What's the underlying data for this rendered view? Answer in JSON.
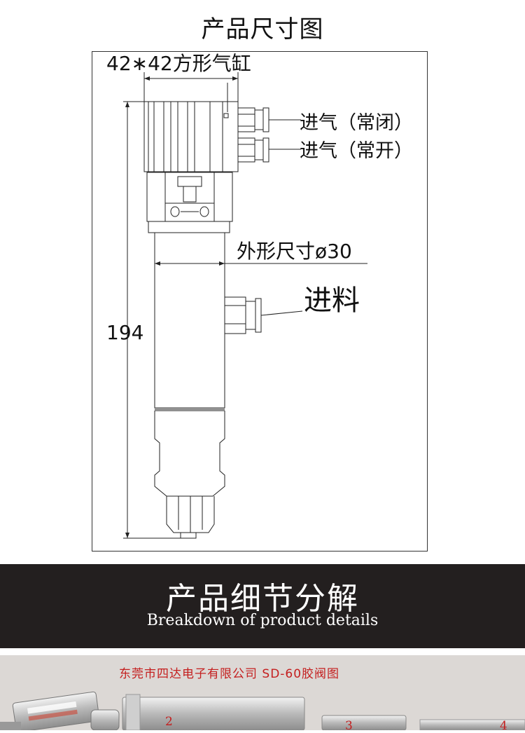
{
  "header": {
    "title": "产品尺寸图"
  },
  "drawing": {
    "cylinder_label": "42∗42方形气缸",
    "air_in_closed": "进气（常闭）",
    "air_in_open": "进气（常开）",
    "outer_dim": "外形尺寸ø30",
    "material_in": "进料",
    "height_dim": "194"
  },
  "section": {
    "title_cn": "产品细节分解",
    "title_en": "Breakdown of product details"
  },
  "photo": {
    "caption": "东莞市四达电子有限公司 SD-60胶阀图",
    "label_2": "2",
    "label_3": "3",
    "label_4": "4"
  },
  "colors": {
    "band_bg": "#231f1f",
    "caption_red": "#c41e1e",
    "line": "#222222"
  }
}
